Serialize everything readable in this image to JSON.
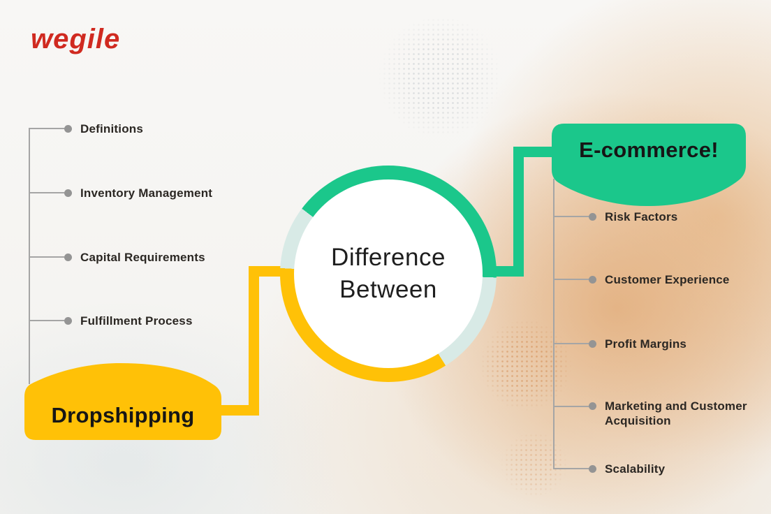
{
  "logo": {
    "text": "wegile"
  },
  "center": {
    "line1": "Difference",
    "line2": "Between"
  },
  "dropshipping": {
    "title": "Dropshipping",
    "items": [
      "Definitions",
      "Inventory Management",
      "Capital Requirements",
      "Fulfillment Process"
    ]
  },
  "ecommerce": {
    "title": "E-commerce!",
    "items": [
      "Risk Factors",
      "Customer Experience",
      "Profit Margins",
      "Marketing and Customer Acquisition",
      "Scalability"
    ]
  },
  "colors": {
    "green": "#1bc78b",
    "yellow": "#ffc107",
    "teal": "#d8eae6",
    "brand_red": "#d02a20",
    "line_gray": "#a5a5a5",
    "dot_gray": "#949494",
    "text_dark": "#2b2723",
    "title_dark": "#1e1e1e"
  }
}
